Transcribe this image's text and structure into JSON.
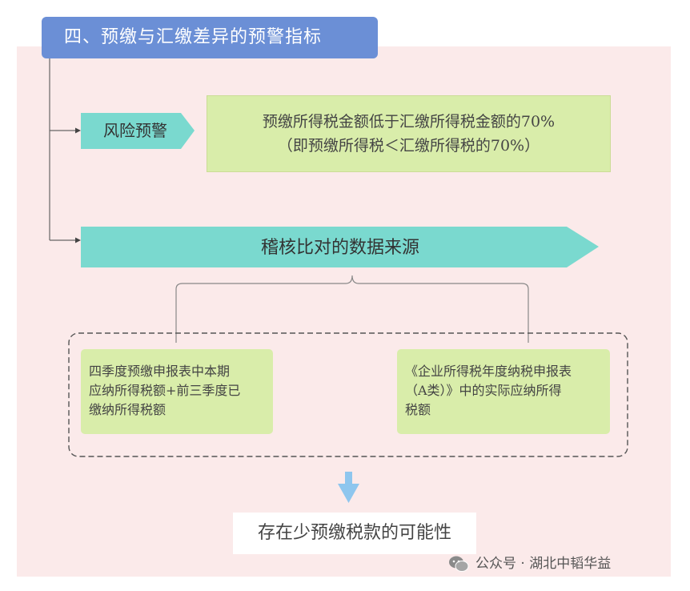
{
  "title": "四、预缴与汇缴差异的预警指标",
  "risk": {
    "tag": "风险预警",
    "line1": "预缴所得税金额低于汇缴所得税金额的70%",
    "line2": "（即预缴所得税＜汇缴所得税的70%）"
  },
  "sources": {
    "heading": "稽核比对的数据来源",
    "left": [
      "四季度预缴申报表中本期",
      "应纳所得税额+前三季度已",
      "缴纳所得税额"
    ],
    "right": [
      "《企业所得税年度纳税申报表",
      "（A类）》中的实际应纳所得",
      "税额"
    ]
  },
  "conclusion": "存在少预缴税款的可能性",
  "watermark": "公众号 · 湖北中韬华益",
  "icons": {
    "arrow_down": "arrow-down-icon",
    "wechat": "wechat-icon"
  },
  "colors": {
    "title_bg": "#6b8fd6",
    "teal": "#7ad9cf",
    "green_box": "#d9edaa",
    "panel_bg": "#fbeaea",
    "arrow_blue": "#8ec6ee"
  }
}
